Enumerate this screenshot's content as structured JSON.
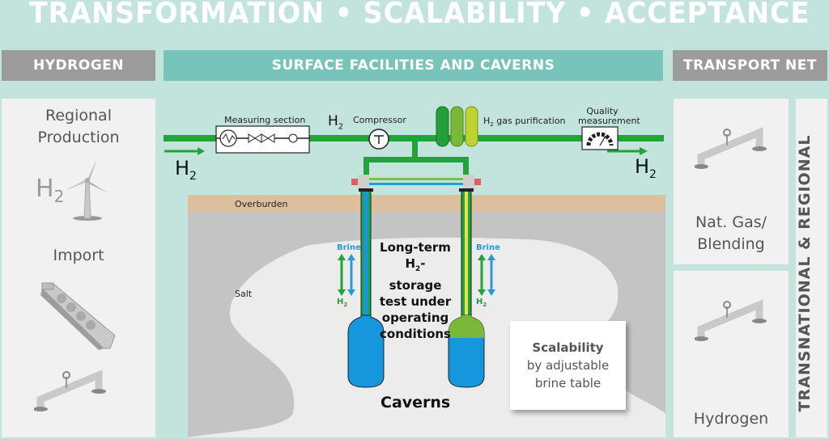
{
  "title": "TRANSFORMATION • SCALABILITY • ACCEPTANCE",
  "headers": {
    "left": "HYDROGEN",
    "center": "SURFACE FACILITIES AND CAVERNS",
    "right": "TRANSPORT NET"
  },
  "left_panel": {
    "regional_production_line1": "Regional",
    "regional_production_line2": "Production",
    "h2_symbol": "H",
    "h2_sub": "2",
    "import": "Import",
    "icons": [
      "wind-turbine-icon",
      "ship-icon",
      "pipeline-icon"
    ]
  },
  "right_panel": {
    "natgas_line1": "Nat. Gas/",
    "natgas_line2": "Blending",
    "hydrogen": "Hydrogen",
    "vertical_label": "TRANSNATIONAL & REGIONAL"
  },
  "facilities": {
    "measuring_section": "Measuring section",
    "compressor": "Compressor",
    "purification": "gas purification",
    "quality_line1": "Quality",
    "quality_line2": "measurement",
    "h2": "H",
    "sub2": "2"
  },
  "geology": {
    "overburden": "Overburden",
    "salt": "Salt",
    "brine": "Brine",
    "caverns": "Caverns"
  },
  "center_text": {
    "line1": "Long-term",
    "line2": "H",
    "line2_sub": "2",
    "line2_suffix": "-",
    "line3": "storage",
    "line4": "test under",
    "line5": "operating",
    "line6": "conditions"
  },
  "scalability": {
    "title": "Scalability",
    "line1": "by adjustable",
    "line2": "brine table"
  },
  "colors": {
    "background": "#c3e4dd",
    "header_gray": "#9c9c9c",
    "header_teal": "#78c4bb",
    "pipe_green": "#21a33a",
    "brine_blue": "#1696dc",
    "overburden": "#dcbf9c",
    "rock_gray": "#c4c4c4",
    "salt": "#ececec"
  }
}
